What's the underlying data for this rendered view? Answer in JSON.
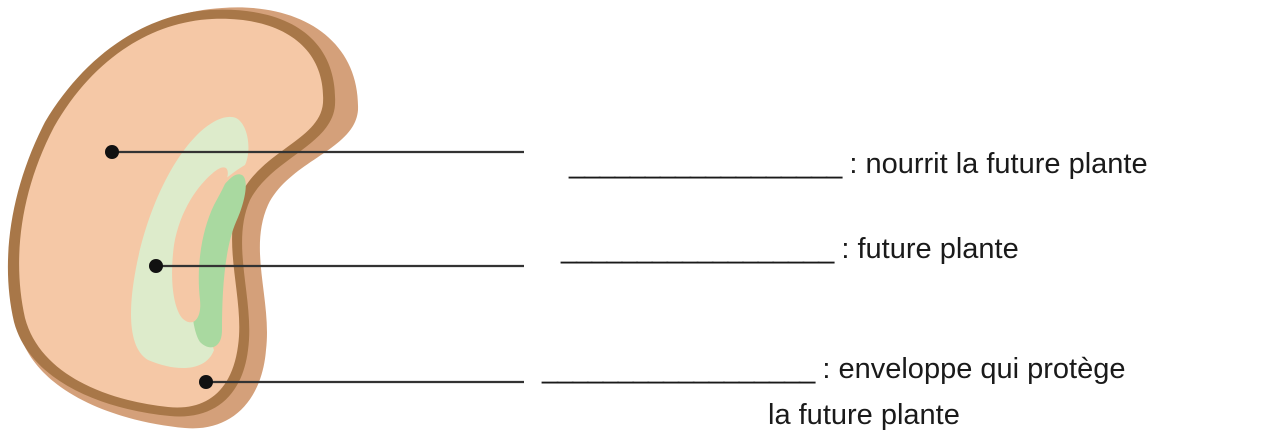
{
  "labels": [
    {
      "blank": "__________________",
      "text": " : nourrit la future plante"
    },
    {
      "blank": "__________________",
      "text": " : future plante"
    },
    {
      "blank": "__________________",
      "text": " : enveloppe qui protège",
      "text_line2": "la future plante"
    }
  ],
  "colors": {
    "seed_coat_outer": "#D4A07A",
    "seed_coat_rim": "#A87748",
    "cotyledon": "#F5C8A6",
    "embryo_light": "#DDEBCB",
    "embryo_dark": "#A9D9A0",
    "leader_line": "#333333",
    "dot": "#111111"
  }
}
